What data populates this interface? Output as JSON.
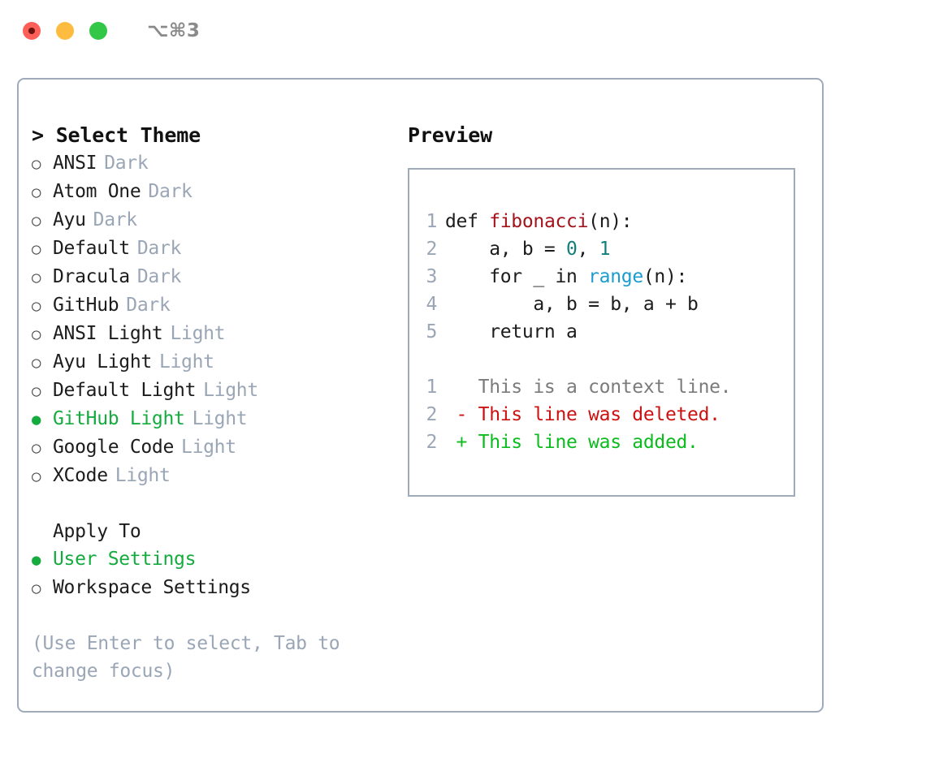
{
  "titlebar": {
    "shortcut": "⌥⌘3",
    "buttons": {
      "close": "close",
      "minimize": "minimize",
      "maximize": "maximize"
    }
  },
  "theme_list": {
    "title": "> Select Theme",
    "items": [
      {
        "label": "ANSI",
        "kind": "Dark",
        "selected": false,
        "bullet": "○"
      },
      {
        "label": "Atom One",
        "kind": "Dark",
        "selected": false,
        "bullet": "○"
      },
      {
        "label": "Ayu",
        "kind": "Dark",
        "selected": false,
        "bullet": "○"
      },
      {
        "label": "Default",
        "kind": "Dark",
        "selected": false,
        "bullet": "○"
      },
      {
        "label": "Dracula",
        "kind": "Dark",
        "selected": false,
        "bullet": "○"
      },
      {
        "label": "GitHub",
        "kind": "Dark",
        "selected": false,
        "bullet": "○"
      },
      {
        "label": "ANSI Light",
        "kind": "Light",
        "selected": false,
        "bullet": "○"
      },
      {
        "label": "Ayu Light",
        "kind": "Light",
        "selected": false,
        "bullet": "○"
      },
      {
        "label": "Default Light",
        "kind": "Light",
        "selected": false,
        "bullet": "○"
      },
      {
        "label": "GitHub Light",
        "kind": "Light",
        "selected": true,
        "bullet": "●"
      },
      {
        "label": "Google Code",
        "kind": "Light",
        "selected": false,
        "bullet": "○"
      },
      {
        "label": "XCode",
        "kind": "Light",
        "selected": false,
        "bullet": "○"
      }
    ]
  },
  "apply_to": {
    "title": "Apply To",
    "items": [
      {
        "label": "User Settings",
        "selected": true,
        "bullet": "●"
      },
      {
        "label": "Workspace Settings",
        "selected": false,
        "bullet": "○"
      }
    ]
  },
  "hint": "(Use Enter to select, Tab to change focus)",
  "preview": {
    "title": "Preview",
    "code_lines": [
      {
        "num": "1",
        "tokens": [
          {
            "t": "def ",
            "c": "kw"
          },
          {
            "t": "fibonacci",
            "c": "fn"
          },
          {
            "t": "(n):",
            "c": "kw"
          }
        ]
      },
      {
        "num": "2",
        "tokens": [
          {
            "t": "    a, b = ",
            "c": "kw"
          },
          {
            "t": "0",
            "c": "num"
          },
          {
            "t": ", ",
            "c": "kw"
          },
          {
            "t": "1",
            "c": "num"
          }
        ]
      },
      {
        "num": "3",
        "tokens": [
          {
            "t": "    for _ in ",
            "c": "kw"
          },
          {
            "t": "range",
            "c": "bi"
          },
          {
            "t": "(n):",
            "c": "kw"
          }
        ]
      },
      {
        "num": "4",
        "tokens": [
          {
            "t": "        a, b = b, a + b",
            "c": "kw"
          }
        ]
      },
      {
        "num": "5",
        "tokens": [
          {
            "t": "    return a",
            "c": "kw"
          }
        ]
      }
    ],
    "diff_lines": [
      {
        "num": "1",
        "tokens": [
          {
            "t": "   This is a context line.",
            "c": "ctx"
          }
        ]
      },
      {
        "num": "2",
        "tokens": [
          {
            "t": " - This line was deleted.",
            "c": "del"
          }
        ]
      },
      {
        "num": "2",
        "tokens": [
          {
            "t": " + This line was added.",
            "c": "add"
          }
        ]
      }
    ]
  },
  "colors": {
    "selected_green": "#15ab3f",
    "muted": "#9aa6b5",
    "border": "#9fabba",
    "keyword": "#1c1c1c",
    "function": "#a3131b",
    "number": "#107e7d",
    "builtin": "#1b9dd1",
    "diff_context": "#7b7b7b",
    "diff_deleted": "#cc1111",
    "diff_added": "#0cbb1e",
    "traffic_close": "#fc6058",
    "traffic_min": "#fdbc40",
    "traffic_max": "#33c748"
  }
}
